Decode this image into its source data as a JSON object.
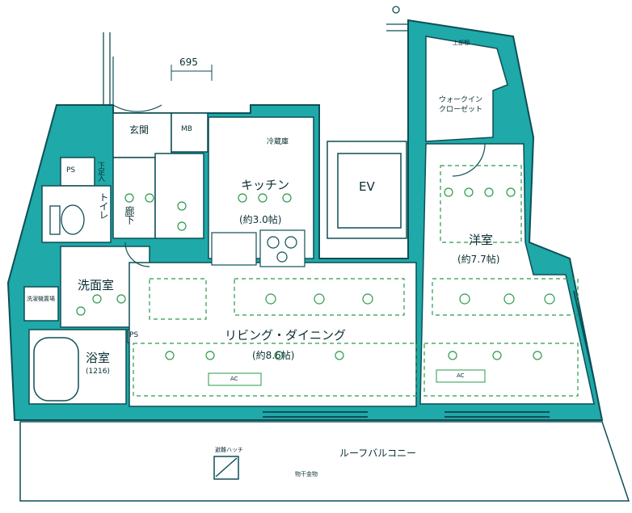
{
  "colors": {
    "wall": "#1fa9a9",
    "line": "#0d4f55",
    "room": "#ffffff",
    "fixture": "#2a9a4a",
    "background": "#ffffff"
  },
  "labels": {
    "dimension": "695",
    "entrance": "玄関",
    "meter_box": "MB",
    "shoe_cabinet": "下足入",
    "corridor": "廊下",
    "toilet": "トイレ",
    "pipe_space_top": "PS",
    "pipe_space_bath": "PS",
    "kitchen": "キッチン",
    "kitchen_size": "(約3.0帖)",
    "elevator": "EV",
    "walk_in_closet": "ウォークイン\nクローゼット",
    "walk_in_top_note": "上部棚",
    "western_room": "洋室",
    "western_room_size": "(約7.7帖)",
    "washroom": "洗面室",
    "washing_machine": "洗濯機置場",
    "bath": "浴室",
    "bath_size": "(1216)",
    "living_dining": "リビング・ダイニング",
    "living_dining_size": "(約8.6帖)",
    "ac_living": "AC",
    "ac_bedroom": "AC",
    "roof_balcony": "ルーフバルコニー",
    "evacuation_hatch": "避難ハッチ",
    "drying_hardware": "物干金物",
    "fridge": "冷蔵庫"
  }
}
